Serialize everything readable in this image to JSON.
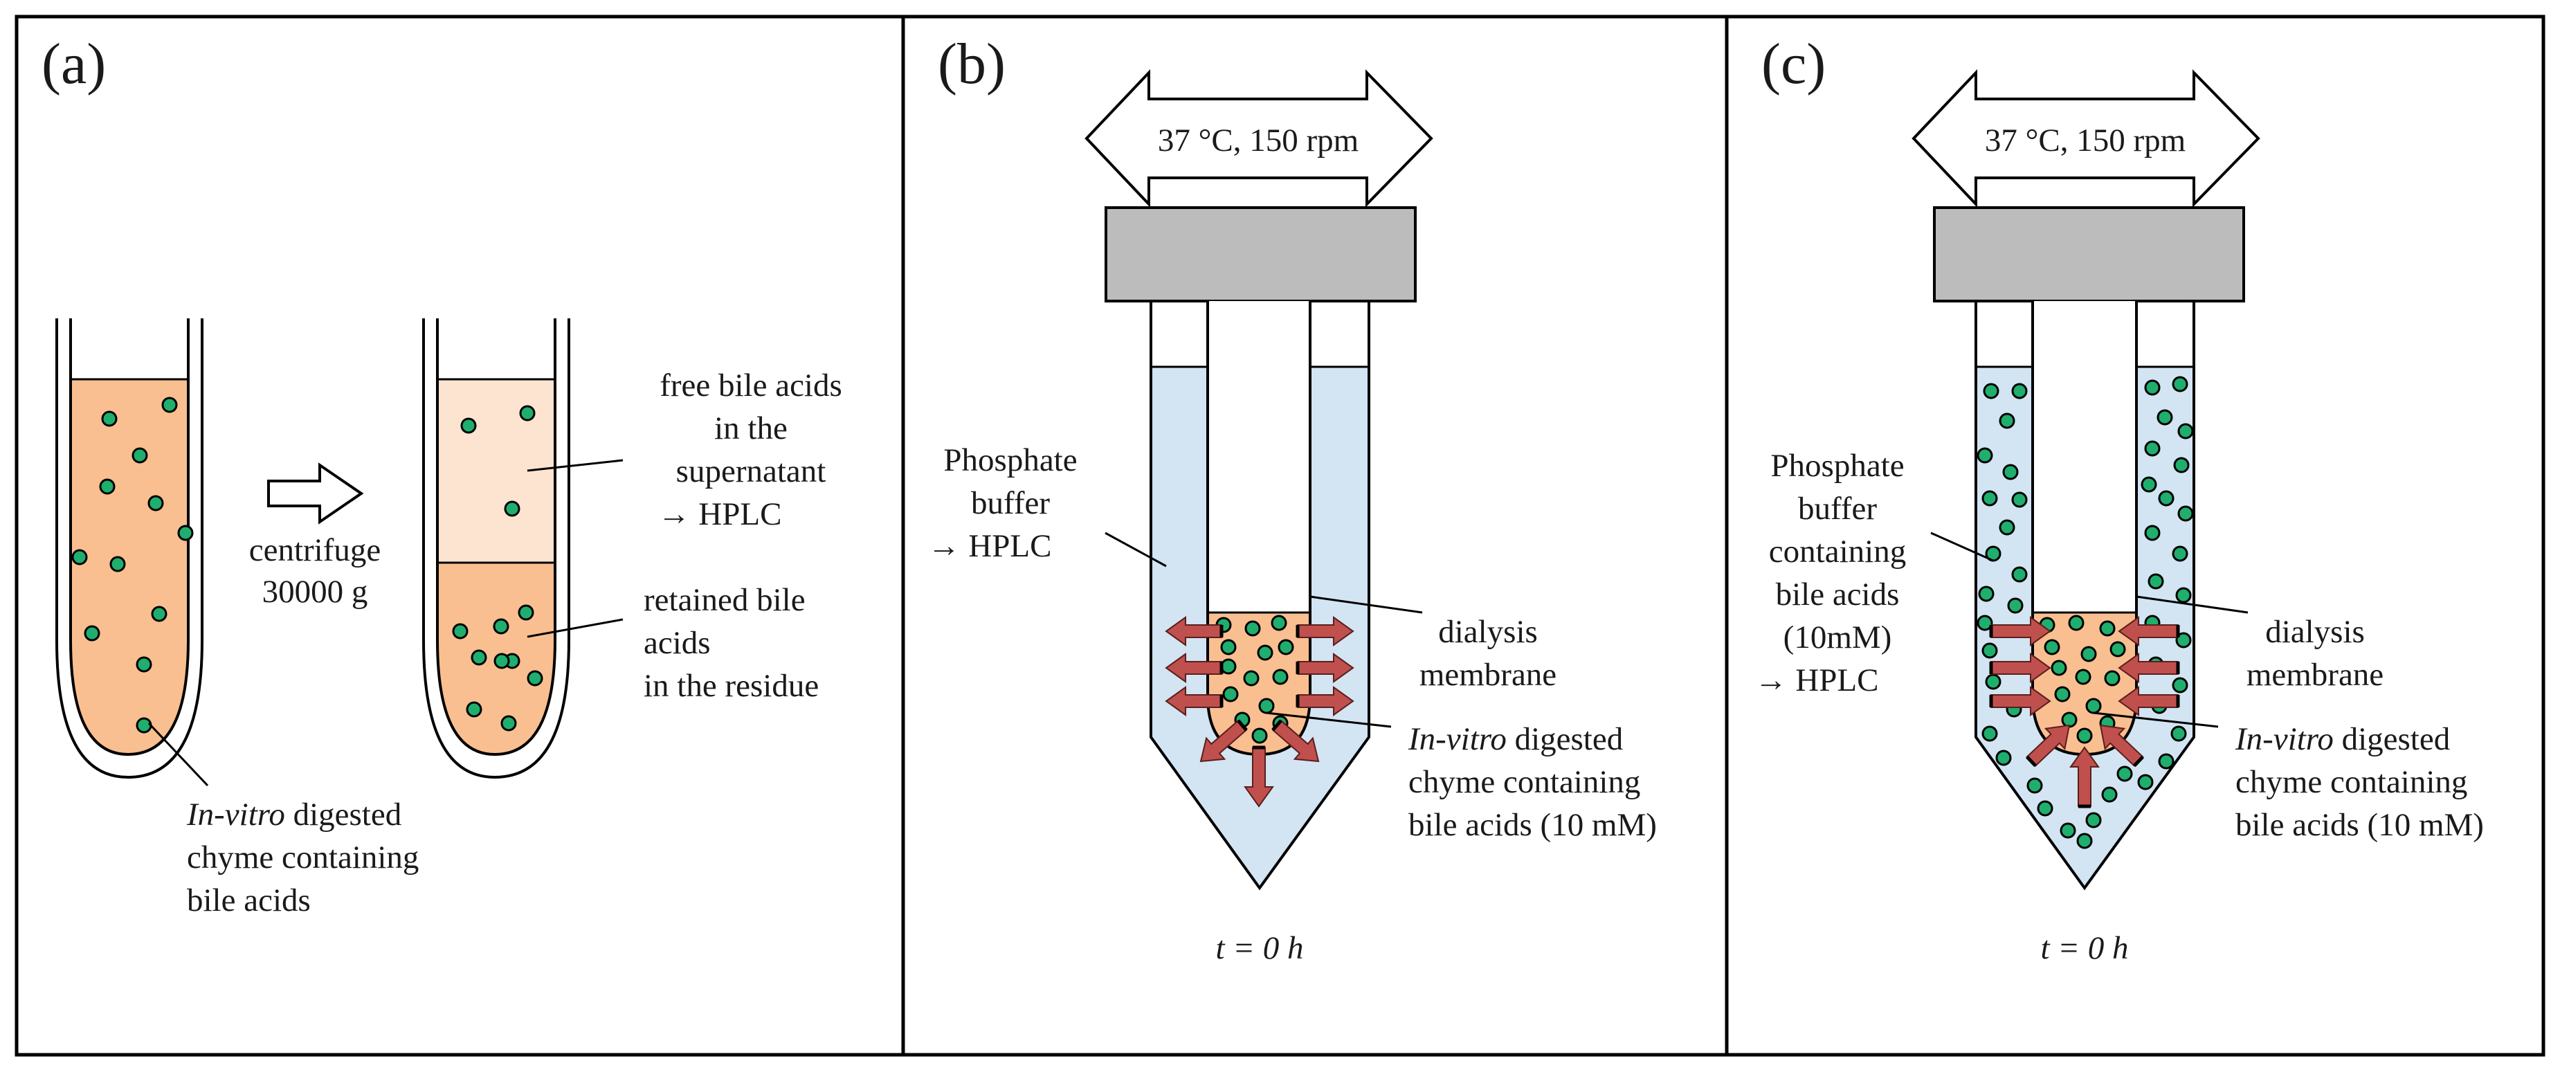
{
  "colors": {
    "chyme": "#f9bf90",
    "supernatant": "#fce4d0",
    "buffer": "#d3e4f3",
    "bile_dot": "#1fae6e",
    "arrow": "#c0504d",
    "cap": "#bcbcbc",
    "frame": "#000000"
  },
  "panel_a": {
    "label": "(a)",
    "step": [
      "centrifuge",
      "30000 g"
    ],
    "supernatant_note": [
      "free bile acids",
      "in the",
      "supernatant",
      "→ HPLC"
    ],
    "residue_note": [
      "retained bile",
      "acids",
      "in the residue"
    ],
    "sample_note": {
      "italic": "In-vitro",
      "rest": " digested",
      "lines": [
        "chyme containing",
        "bile acids"
      ]
    }
  },
  "panel_b": {
    "label": "(b)",
    "shaker": "37 °C, 150 rpm",
    "buffer_note": [
      "Phosphate",
      "buffer",
      "→ HPLC"
    ],
    "membrane_note": [
      "dialysis",
      "membrane"
    ],
    "chyme_note": {
      "italic": "In-vitro",
      "rest": " digested",
      "lines": [
        "chyme containing",
        "bile acids (10 mM)"
      ]
    },
    "time": "t = 0 h"
  },
  "panel_c": {
    "label": "(c)",
    "shaker": "37 °C, 150 rpm",
    "buffer_note": [
      "Phosphate",
      "buffer",
      "containing",
      "bile acids",
      "(10mM)",
      "→ HPLC"
    ],
    "membrane_note": [
      "dialysis",
      "membrane"
    ],
    "chyme_note": {
      "italic": "In-vitro",
      "rest": " digested",
      "lines": [
        "chyme containing",
        "bile acids (10 mM)"
      ]
    },
    "time": "t = 0 h"
  }
}
